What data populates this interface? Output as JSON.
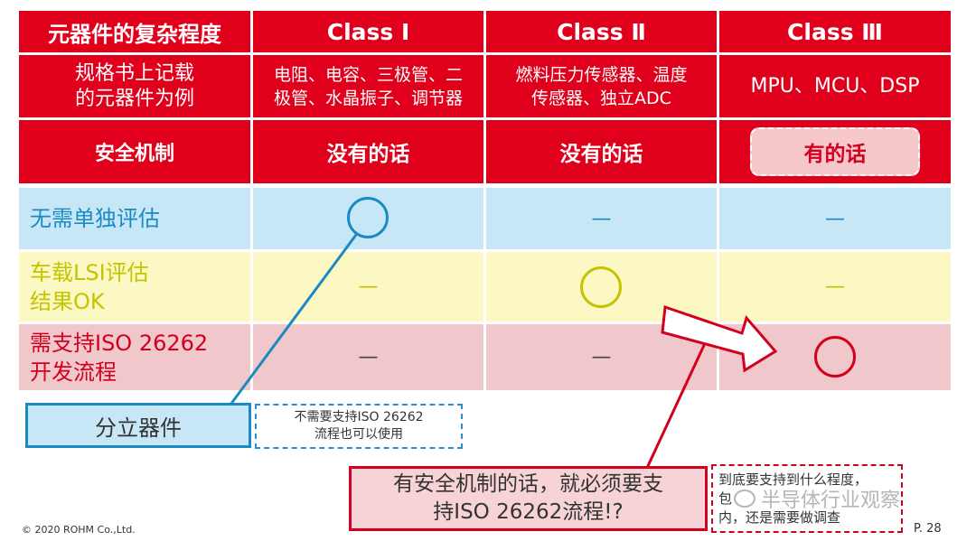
{
  "header": {
    "complexity_label": "元器件的复杂程度",
    "class1": "Class Ⅰ",
    "class2": "Class Ⅱ",
    "class3": "Class Ⅲ"
  },
  "examples": {
    "label_line1": "规格书上记载",
    "label_line2": "的元器件为例",
    "class1_line1": "电阻、电容、三极管、二",
    "class1_line2": "极管、水晶振子、调节器",
    "class2_line1": "燃料压力传感器、温度",
    "class2_line2": "传感器、独立ADC",
    "class3": "MPU、MCU、DSP"
  },
  "safety": {
    "label": "安全机制",
    "class1": "没有的话",
    "class2": "没有的话",
    "class3": "有的话"
  },
  "rows": {
    "no_eval": {
      "label": "无需单独评估",
      "class2": "—",
      "class3": "—"
    },
    "lsi_ok": {
      "label_line1": "车载LSI评估",
      "label_line2": "结果OK",
      "class1": "—",
      "class3": "—"
    },
    "iso": {
      "label_line1": "需支持ISO 26262",
      "label_line2": "开发流程",
      "class1": "—",
      "class2": "—"
    }
  },
  "callouts": {
    "discrete": "分立器件",
    "discrete_note_line1": "不需要支持ISO 26262",
    "discrete_note_line2": "流程也可以使用",
    "safety_question_line1": "有安全机制的话，就必须要支",
    "safety_question_line2": "持ISO 26262流程!?",
    "extent_note_line1": "到底要支持到什么程度，",
    "extent_note_line2": "包",
    "extent_note_line3": "内，还是需要做调查"
  },
  "watermark": "半导体行业观察",
  "footer": {
    "copyright": "© 2020 ROHM Co.,Ltd.",
    "page": "P. 28"
  },
  "colors": {
    "red": "#e0001b",
    "blue_row": "#c7e7f7",
    "yellow_row": "#fbf8c4",
    "pink_row": "#f0c8cc",
    "blue_text": "#1a8ac4",
    "yellow_text": "#c4c400",
    "red_text": "#d2001e"
  }
}
